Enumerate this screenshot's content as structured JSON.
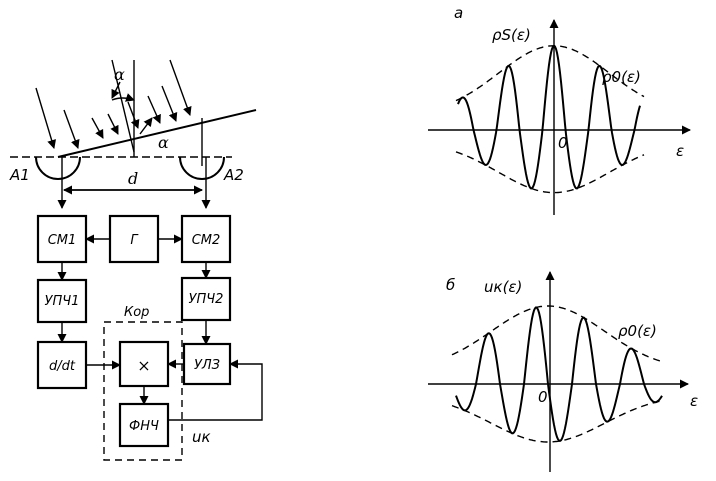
{
  "left_diagram": {
    "antenna_left": "A1",
    "antenna_right": "A2",
    "baseline": "d",
    "angle_top": "α",
    "angle_side": "α",
    "blocks": {
      "mixer1": "СМ1",
      "generator": "Г",
      "mixer2": "СМ2",
      "ifamp1": "УПЧ1",
      "ifamp2": "УПЧ2",
      "differentiator": "d/dt",
      "multiplier": "×",
      "delay": "УЛЗ",
      "lowpass": "ФНЧ"
    },
    "correlator_label": "Кор",
    "output_label": "uк"
  },
  "plot_a": {
    "panel_label": "а",
    "curve_label": "ρS(ε)",
    "envelope_label": "ρ0(ε)",
    "origin_label": "0",
    "x_axis_label": "ε"
  },
  "plot_b": {
    "panel_label": "б",
    "curve_label": "uк(ε)",
    "envelope_label": "ρ0(ε)",
    "origin_label": "0",
    "x_axis_label": "ε"
  }
}
